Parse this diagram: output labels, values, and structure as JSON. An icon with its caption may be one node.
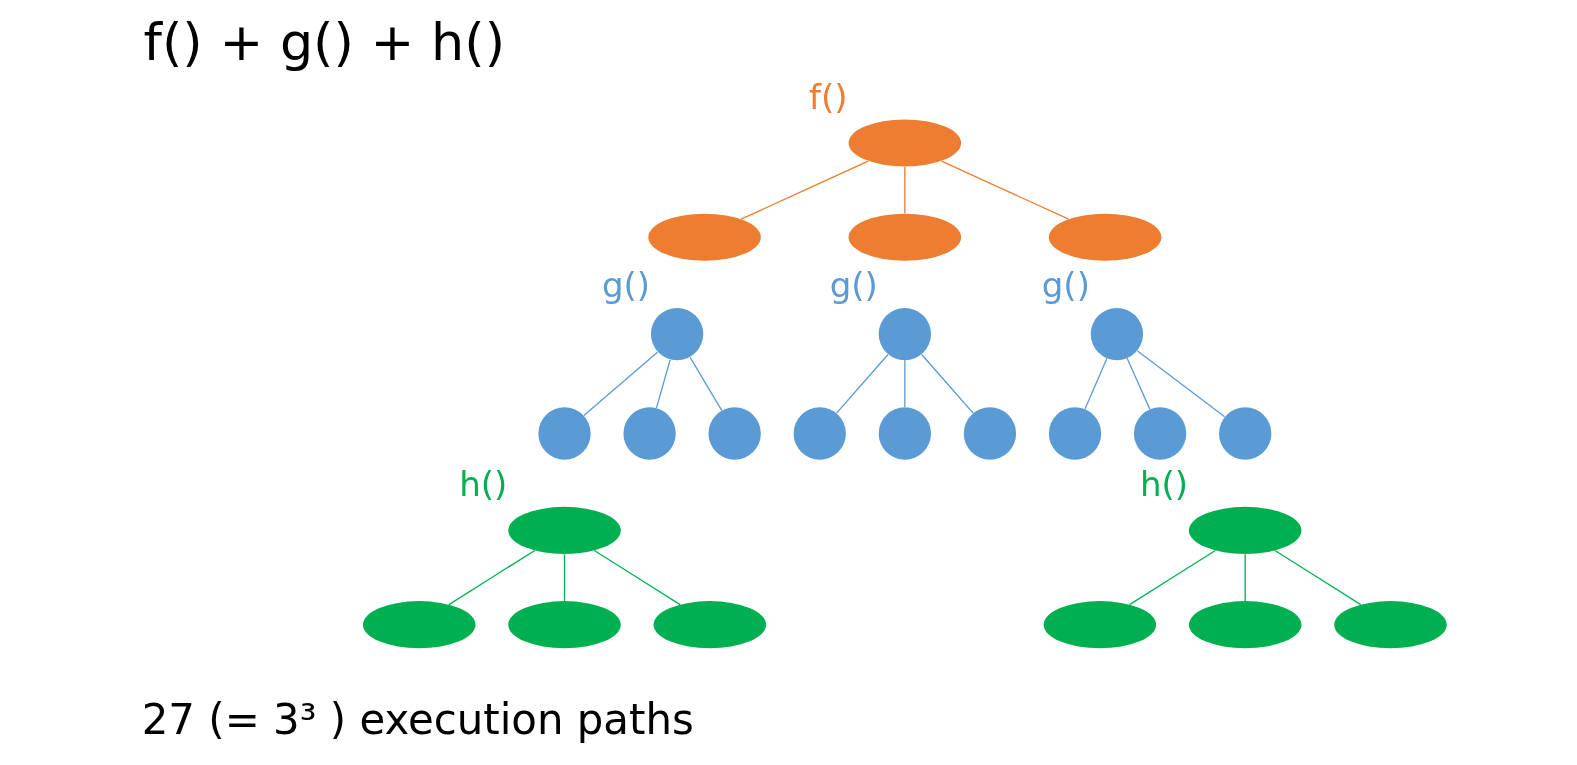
{
  "diagram": {
    "title": "f() + g() + h()",
    "nodes": [
      {
        "text": [],
        "shape": "ellipse",
        "beside": [
          "f()"
        ]
      },
      {
        "text": [],
        "shape": "ellipse"
      },
      {
        "text": [],
        "shape": "ellipse"
      },
      {
        "text": [],
        "shape": "ellipse"
      },
      {
        "text": [],
        "shape": "circle",
        "beside": [
          "g()"
        ]
      },
      {
        "text": [],
        "shape": "circle",
        "beside": [
          "g()"
        ]
      },
      {
        "text": [],
        "shape": "circle",
        "beside": [
          "g()"
        ]
      },
      {
        "text": [],
        "shape": "circle"
      },
      {
        "text": [],
        "shape": "circle"
      },
      {
        "text": [],
        "shape": "circle"
      },
      {
        "text": [],
        "shape": "circle"
      },
      {
        "text": [],
        "shape": "circle"
      },
      {
        "text": [],
        "shape": "circle"
      },
      {
        "text": [],
        "shape": "circle"
      },
      {
        "text": [],
        "shape": "circle"
      },
      {
        "text": [],
        "shape": "circle"
      },
      {
        "text": [],
        "shape": "ellipse",
        "beside": [
          "h()"
        ]
      },
      {
        "text": [],
        "shape": "ellipse",
        "beside": [
          "h()"
        ]
      },
      {
        "text": [],
        "shape": "ellipse"
      },
      {
        "text": [],
        "shape": "ellipse"
      },
      {
        "text": [],
        "shape": "ellipse"
      },
      {
        "text": [],
        "shape": "ellipse"
      },
      {
        "text": [],
        "shape": "ellipse"
      },
      {
        "text": [],
        "shape": "ellipse"
      }
    ],
    "edges": [
      {
        "from": 0,
        "to": 1,
        "arrow": "none",
        "color": "#ed7d31"
      },
      {
        "from": 0,
        "to": 2,
        "arrow": "none",
        "color": "#ed7d31"
      },
      {
        "from": 0,
        "to": 3,
        "arrow": "none",
        "color": "#ed7d31"
      },
      {
        "from": 4,
        "to": 7,
        "arrow": "none"
      },
      {
        "from": 4,
        "to": 8,
        "arrow": "none"
      },
      {
        "from": 4,
        "to": 9,
        "arrow": "none"
      },
      {
        "from": 5,
        "to": 10,
        "arrow": "none"
      },
      {
        "from": 5,
        "to": 11,
        "arrow": "none"
      },
      {
        "from": 5,
        "to": 12,
        "arrow": "none"
      },
      {
        "from": 6,
        "to": 13,
        "arrow": "none"
      },
      {
        "from": 6,
        "to": 14,
        "arrow": "none"
      },
      {
        "from": 6,
        "to": 15,
        "arrow": "none"
      },
      {
        "from": 16,
        "to": 18,
        "arrow": "none",
        "color": "#00b050"
      },
      {
        "from": 16,
        "to": 19,
        "arrow": "none",
        "color": "#00b050"
      },
      {
        "from": 16,
        "to": 20,
        "arrow": "none",
        "color": "#00b050"
      },
      {
        "from": 17,
        "to": 21,
        "arrow": "none",
        "color": "#00b050"
      },
      {
        "from": 17,
        "to": 22,
        "arrow": "none",
        "color": "#00b050"
      },
      {
        "from": 17,
        "to": 23,
        "arrow": "none",
        "color": "#00b050"
      }
    ],
    "labels": [
      "27 (= 3³ ) execution paths"
    ]
  }
}
